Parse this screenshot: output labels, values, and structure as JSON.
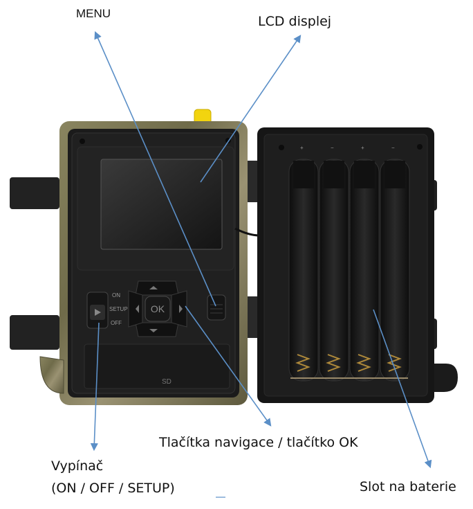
{
  "labels": {
    "menu": "MENU",
    "lcd": "LCD displej",
    "nav": "Tlačítka navigace / tlačítko OK",
    "power_line1": "Vypínač",
    "power_line2": "(ON / OFF / SETUP)",
    "battery": "Slot na baterie"
  },
  "device": {
    "ok_button": "OK",
    "switch_on": "ON",
    "switch_setup": "SETUP",
    "switch_off": "OFF",
    "sd": "SD",
    "polarity_plus": "+",
    "polarity_minus": "−"
  },
  "colors": {
    "arrow": "#5b8fc7",
    "panel": "#1c1c1c",
    "camo": "#7d7a55",
    "antenna": "#f2d40f"
  }
}
